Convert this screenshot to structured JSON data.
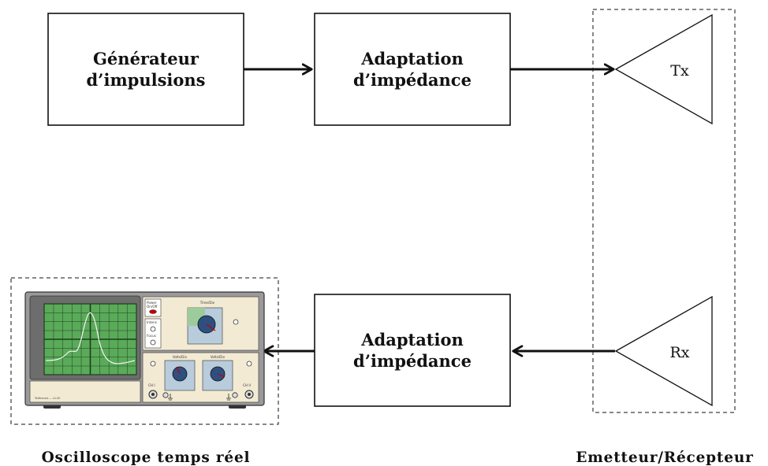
{
  "blocks": {
    "generator": {
      "line1": "Générateur",
      "line2": "d’impulsions"
    },
    "tx_adapt": {
      "line1": "Adaptation",
      "line2": "d’impédance"
    },
    "rx_adapt": {
      "line1": "Adaptation",
      "line2": "d’impédance"
    }
  },
  "antennas": {
    "tx": "Tx",
    "rx": "Rx"
  },
  "captions": {
    "oscilloscope": "Oscilloscope temps réel",
    "transceiver": "Emetteur/Récepteur"
  },
  "oscilloscope_panel": {
    "power": "Power",
    "power_state": "On/Off",
    "intens": "Intens",
    "focus": "Focus",
    "time_div": "Time/Div",
    "volts_div_1": "Volts/Div",
    "volts_div_2": "Volts/Div",
    "ch1": "CH I",
    "ch2": "CH II",
    "brand": "TeXtronics — v1.00"
  },
  "colors": {
    "stroke": "#111111",
    "screen_green": "#5aaa5a",
    "panel_cream": "#f3ead3",
    "bezel_gray": "#8a8a8a",
    "knob_blue": "#2f4f7f",
    "indicator_red": "#c00000"
  }
}
